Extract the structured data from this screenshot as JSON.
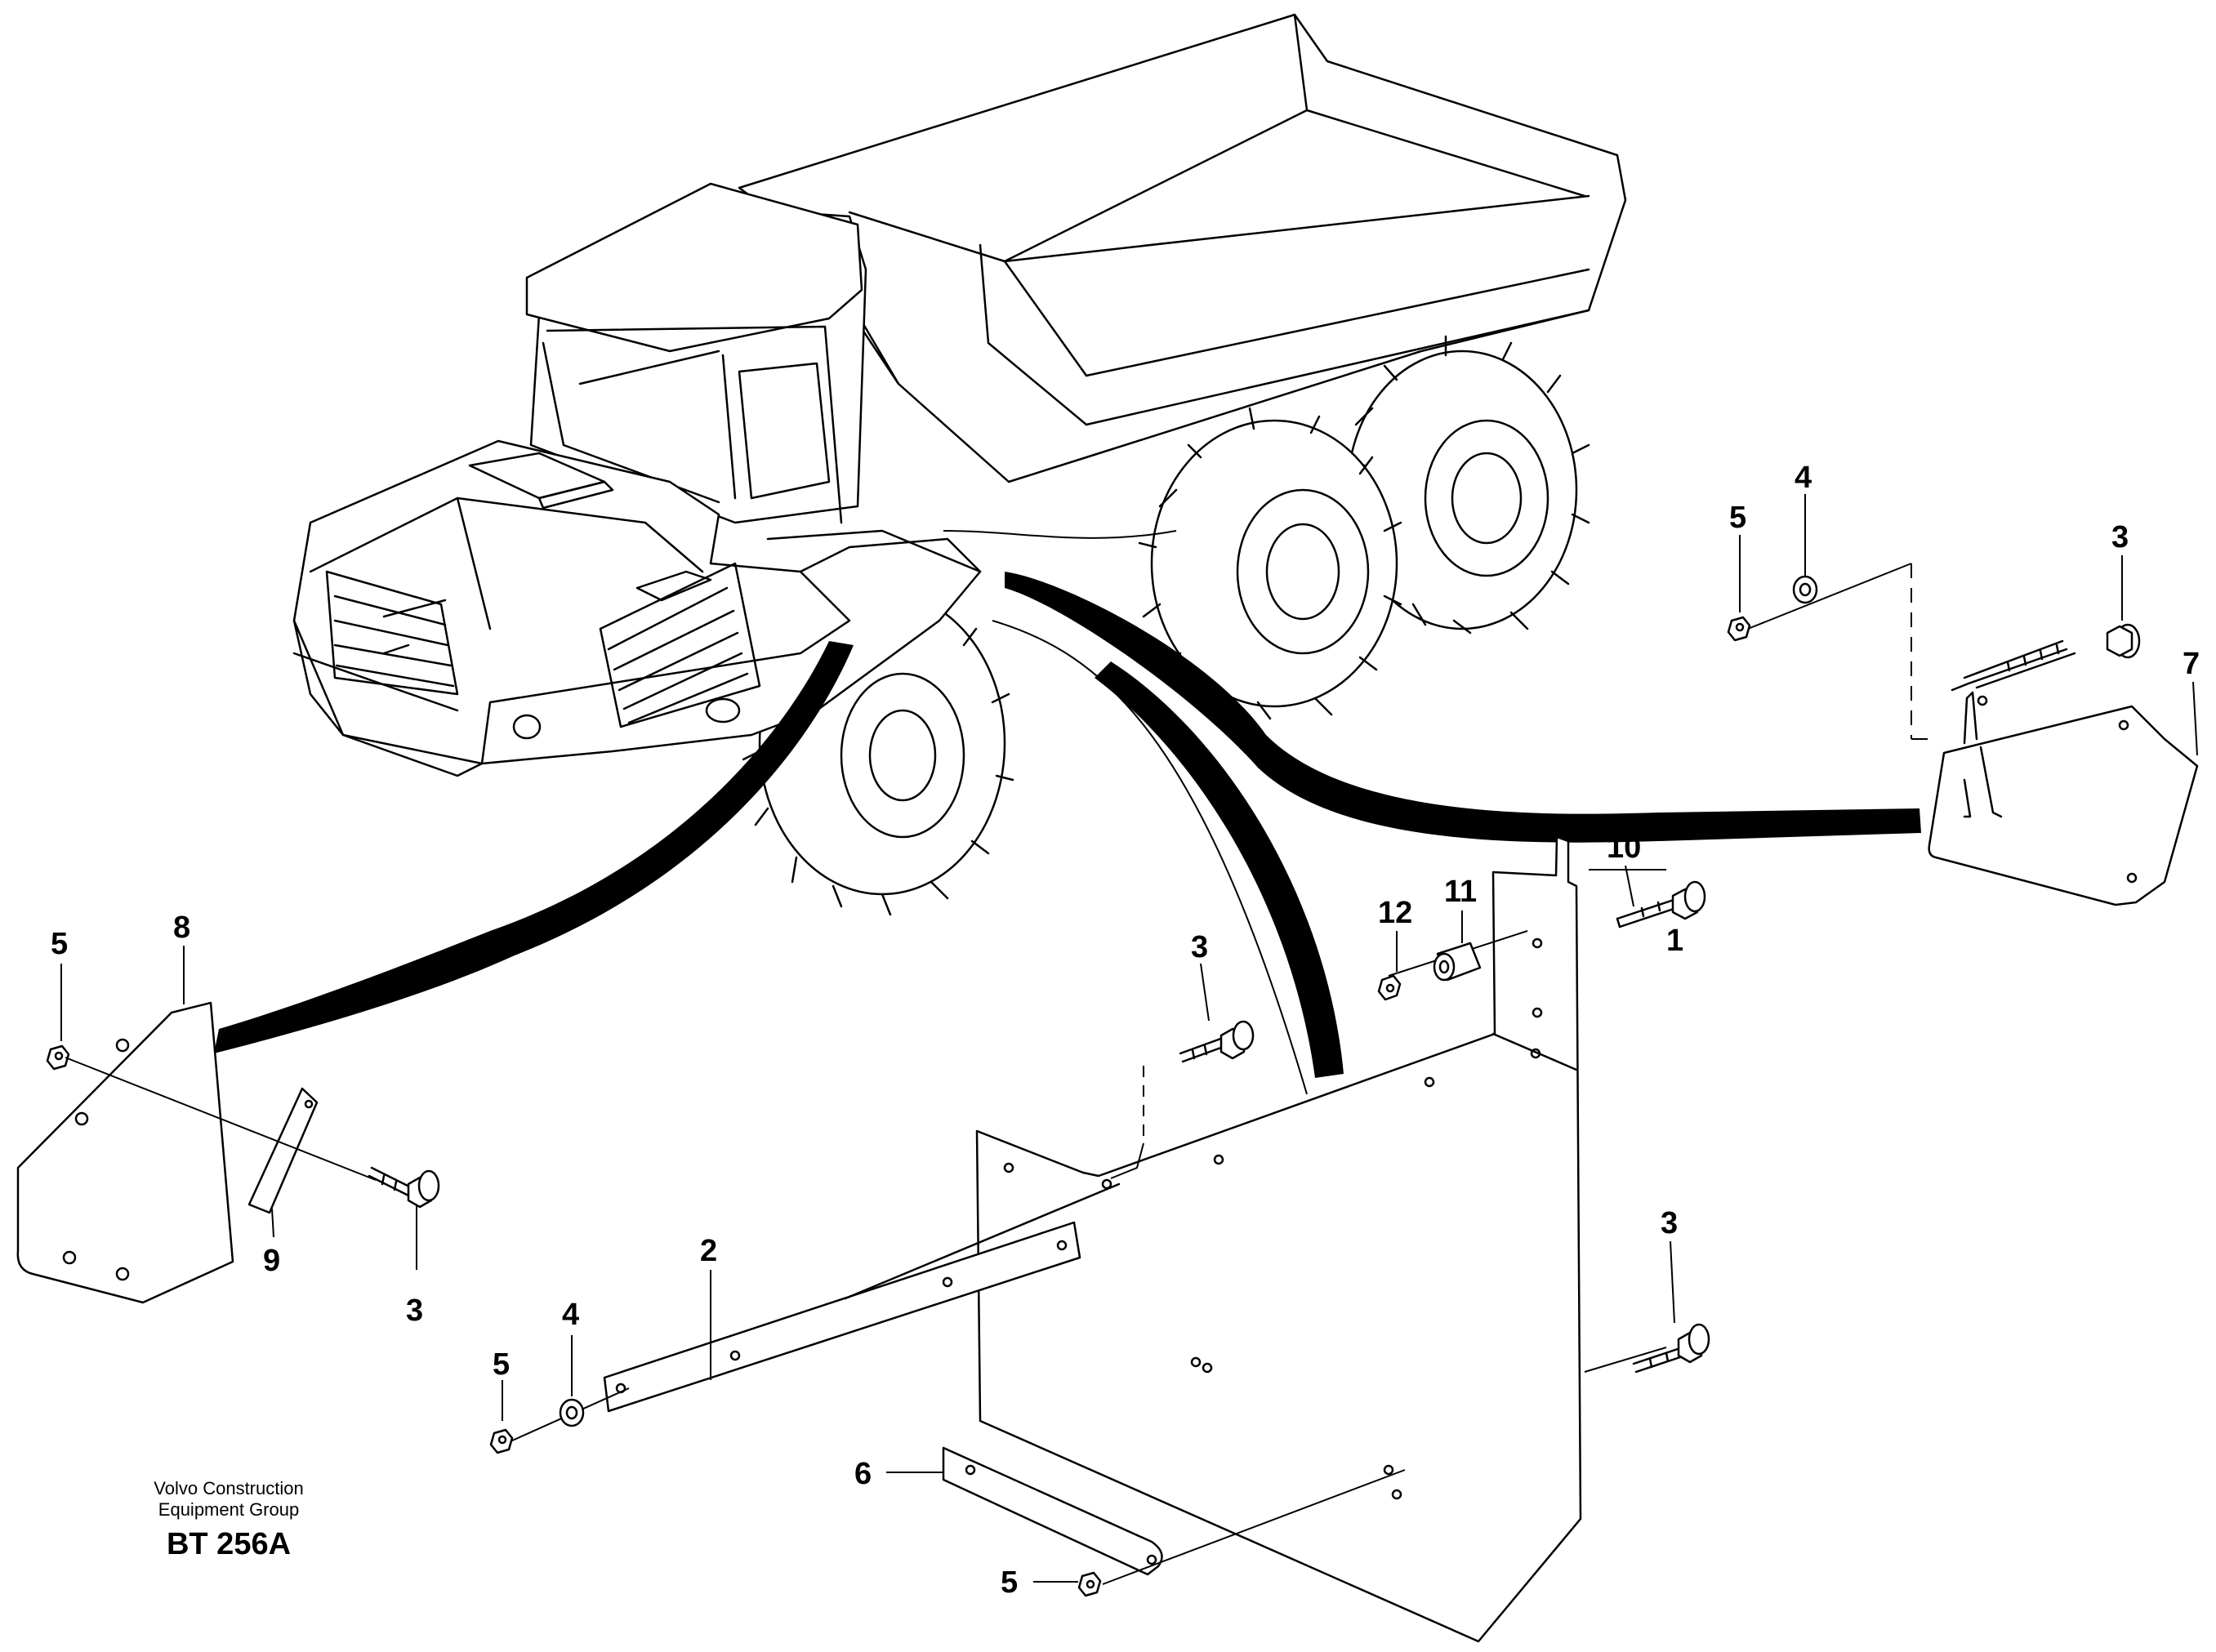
{
  "diagram": {
    "callouts": {
      "c1": "1",
      "c2": "2",
      "c3a": "3",
      "c3b": "3",
      "c3c": "3",
      "c3d": "3",
      "c4a": "4",
      "c4b": "4",
      "c5a": "5",
      "c5b": "5",
      "c5c": "5",
      "c5d": "5",
      "c6": "6",
      "c7": "7",
      "c8": "8",
      "c9": "9",
      "c10": "10",
      "c11": "11",
      "c12": "12"
    }
  },
  "footer": {
    "publisher_line1": "Volvo Construction",
    "publisher_line2": "Equipment Group",
    "drawing_code": "BT 256A"
  }
}
